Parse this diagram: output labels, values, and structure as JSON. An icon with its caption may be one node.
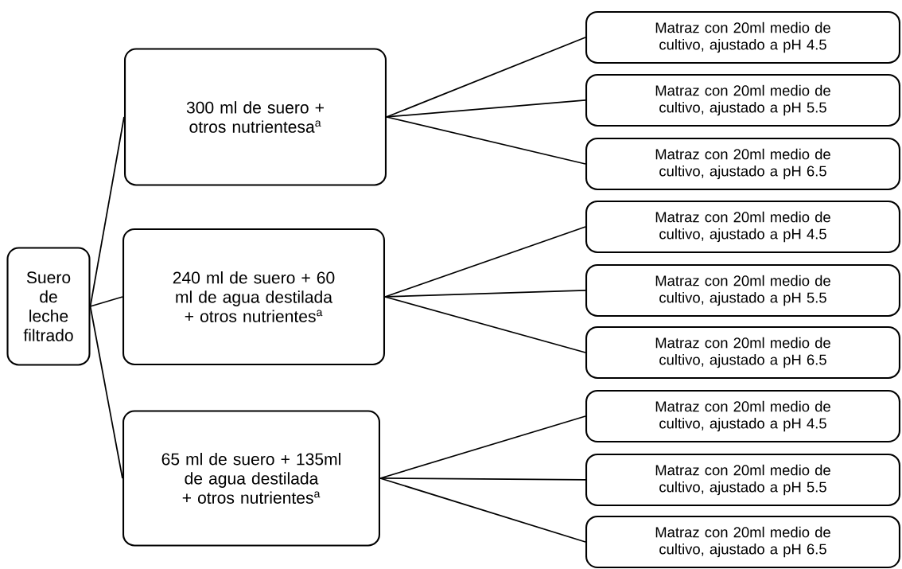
{
  "diagram": {
    "nodes": [
      {
        "text": [
          "Suero de leche filtrado"
        ]
      },
      {
        "text": [
          "300 ml de suero + otros nutrientesa$^{a}$"
        ]
      },
      {
        "text": [
          "240 ml de suero +  60 ml de agua destilada + otros nutrientes$^{a}$"
        ]
      },
      {
        "text": [
          "65 ml de suero + 135ml de agua destilada + otros nutrientes$^{a}$"
        ]
      },
      {
        "text": [
          "Matraz con 20ml medio de cultivo, ajustado a pH 4.5"
        ]
      },
      {
        "text": [
          "Matraz con 20ml medio de cultivo, ajustado a pH 5.5"
        ]
      },
      {
        "text": [
          "Matraz con 20ml medio de cultivo, ajustado a pH 6.5"
        ]
      },
      {
        "text": [
          "Matraz con 20ml medio de cultivo, ajustado a pH 4.5"
        ]
      },
      {
        "text": [
          "Matraz con 20ml medio de cultivo, ajustado a pH 5.5"
        ]
      },
      {
        "text": [
          "Matraz con 20ml medio de cultivo, ajustado a pH 6.5"
        ]
      },
      {
        "text": [
          "Matraz con 20ml medio de cultivo, ajustado a pH 4.5"
        ]
      },
      {
        "text": [
          "Matraz con 20ml medio de cultivo, ajustado a pH 5.5"
        ]
      },
      {
        "text": [
          "Matraz con 20ml medio de cultivo, ajustado a pH 6.5"
        ]
      }
    ],
    "edges": [
      {
        "from": 0,
        "to": 1,
        "arrow": "none"
      },
      {
        "from": 0,
        "to": 2,
        "arrow": "none"
      },
      {
        "from": 0,
        "to": 3,
        "arrow": "none"
      },
      {
        "from": 1,
        "to": 4,
        "arrow": "none"
      },
      {
        "from": 1,
        "to": 5,
        "arrow": "none"
      },
      {
        "from": 1,
        "to": 6,
        "arrow": "none"
      },
      {
        "from": 2,
        "to": 7,
        "arrow": "none"
      },
      {
        "from": 2,
        "to": 8,
        "arrow": "none"
      },
      {
        "from": 2,
        "to": 9,
        "arrow": "none"
      },
      {
        "from": 3,
        "to": 10,
        "arrow": "none"
      },
      {
        "from": 3,
        "to": 11,
        "arrow": "none"
      },
      {
        "from": 3,
        "to": 12,
        "arrow": "none"
      }
    ]
  }
}
